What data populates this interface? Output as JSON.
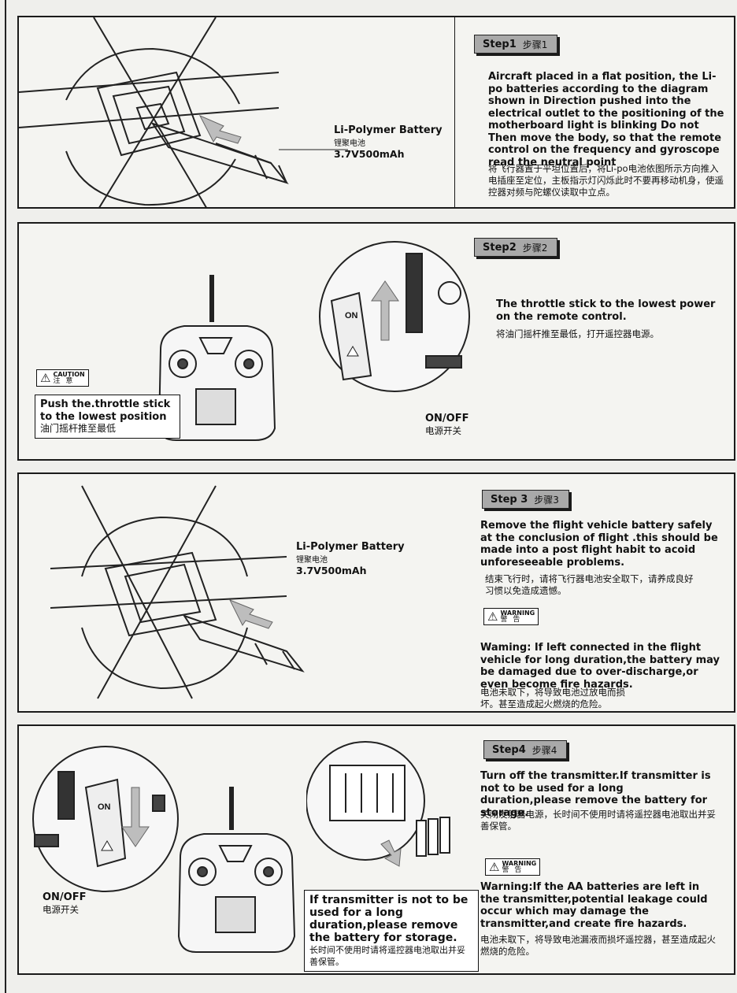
{
  "steps": [
    {
      "badge": "Step1",
      "badge_cn": "步骤1",
      "battery": {
        "name": "Li-Polymer Battery",
        "name_cn": "锂聚电池",
        "capacity": "3.7V500mAh"
      },
      "text_en": "Aircraft placed in a flat position, the Li-po batteries according to the diagram shown in Direction pushed into the electrical outlet to the positioning of the motherboard light is blinking Do not Then move the body, so that the remote control on the frequency and gyroscope read the neutral point",
      "text_cn": "将飞行器置于平坦位置后，将Li-po电池依图所示方向推入电插座至定位，主板指示灯闪烁此时不要再移动机身，使遥控器对频与陀螺仪读取中立点。"
    },
    {
      "badge": "Step2",
      "badge_cn": "步骤2",
      "text_en": "The throttle stick to the lowest power on the remote control.",
      "text_cn": "将油门摇杆推至最低，打开遥控器电源。",
      "caution": {
        "en": "CAUTION",
        "cn": "注 意"
      },
      "caution_text_en": "Push the.throttle stick to the lowest position",
      "caution_text_cn": "油门摇杆推至最低",
      "switch_label": "ON/OFF",
      "switch_label_cn": "电源开关",
      "switch_on": "ON"
    },
    {
      "badge": "Step 3",
      "badge_cn": "步骤3",
      "battery": {
        "name": "Li-Polymer Battery",
        "name_cn": "锂聚电池",
        "capacity": "3.7V500mAh"
      },
      "text_en": "Remove the flight vehicle battery safely at the conclusion of flight .this should be made into a post flight habit to acoid unforeseeable problems.",
      "text_cn": "结束飞行时，请将飞行器电池安全取下，请养成良好习惯以免造成遗憾。",
      "warning": {
        "en": "WARNING",
        "cn": "警 告"
      },
      "warning_text_en": "Waming: If left connected in the flight vehicle for long duration,the battery may be damaged due to over-discharge,or even become fire hazards.",
      "warning_text_cn": "电池未取下，将导致电池过放电而损坏。甚至造成起火燃烧的危险。"
    },
    {
      "badge": "Step4",
      "badge_cn": "步骤4",
      "text_en": "Turn off the transmitter.If transmitter is not to be used for a long duration,please remove the battery for storage.",
      "text_cn": "关闭发射器电源，长时间不使用时请将遥控器电池取出并妥善保管。",
      "warning": {
        "en": "WARNING",
        "cn": "警 告"
      },
      "warning_text_en": "Warning:If the AA batteries are left in the transmitter,potential leakage could occur which may damage the transmitter,and create fire hazards.",
      "warning_text_cn": "电池未取下，将导致电池漏液而损坏遥控器，甚至造成起火燃烧的危险。",
      "switch_label": "ON/OFF",
      "switch_label_cn": "电源开关",
      "switch_on": "ON",
      "box_text_en": "If transmitter is not to be used for a long duration,please remove the battery for storage.",
      "box_text_cn": "长时间不使用时请将遥控器电池取出并妥善保管。"
    }
  ]
}
